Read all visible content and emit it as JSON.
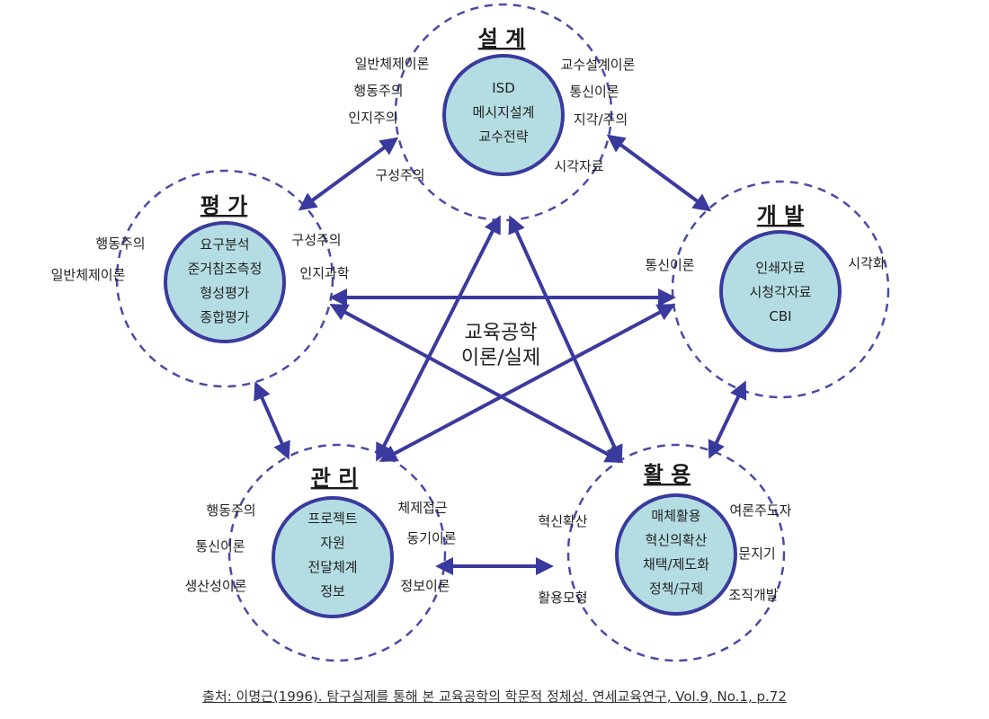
{
  "center": {
    "line1": "교육공학",
    "line2": "이론/실제"
  },
  "nodes": [
    {
      "key": "design",
      "title": "설 계",
      "inner": [
        "ISD",
        "메시지설계",
        "교수전략"
      ],
      "left": [
        "일반체제이론",
        "행동주의",
        "인지주의",
        "구성주의"
      ],
      "right": [
        "교수설계이론",
        "통신이론",
        "지각/주의",
        "시각자료"
      ]
    },
    {
      "key": "evaluation",
      "title": "평 가",
      "inner": [
        "요구분석",
        "준거참조측정",
        "형성평가",
        "종합평가"
      ],
      "left": [
        "행동주의",
        "일반체제이론"
      ],
      "right": [
        "구성주의",
        "인지과학"
      ]
    },
    {
      "key": "development",
      "title": "개 발",
      "inner": [
        "인쇄자료",
        "시청각자료",
        "CBI"
      ],
      "left": [
        "통신이론"
      ],
      "right": [
        "시각화"
      ]
    },
    {
      "key": "management",
      "title": "관 리",
      "inner": [
        "프로젝트",
        "자원",
        "전달체계",
        "정보"
      ],
      "left": [
        "행동주의",
        "통신이론",
        "생산성이론"
      ],
      "right": [
        "체제접근",
        "동기이론",
        "정보이론"
      ]
    },
    {
      "key": "utilization",
      "title": "활 용",
      "inner": [
        "매체활용",
        "혁신의확산",
        "채택/제도화",
        "정책/규제"
      ],
      "left": [
        "혁신확산",
        "활용모형"
      ],
      "right": [
        "여론주도자",
        "문지기",
        "조직개발"
      ]
    }
  ],
  "colors": {
    "arrow": "#3a3a9e",
    "circle_stroke": "#3a3a9e",
    "dashed": "#4a4aa8",
    "inner_fill": "#b4dde3"
  },
  "source": "출처: 이명근(1996). 탐구실제를 통해 본 교육공학의 학문적 정체성. 연세교육연구, Vol.9, No.1, p.72"
}
